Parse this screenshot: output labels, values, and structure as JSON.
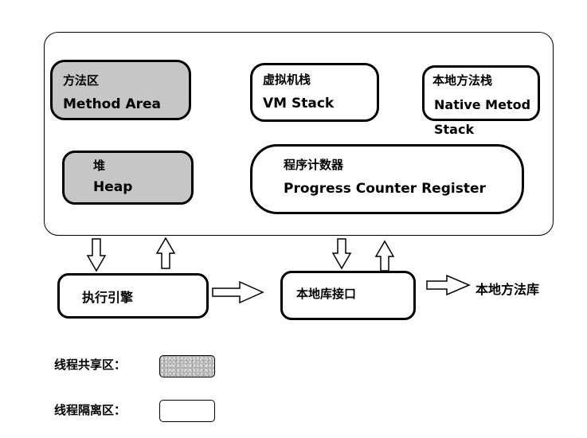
{
  "runtime_area": {
    "method_area": {
      "zh": "方法区",
      "en": "Method Area"
    },
    "vm_stack": {
      "zh": "虚拟机栈",
      "en": "VM Stack"
    },
    "native_stack": {
      "zh": "本地方法栈",
      "en_line1": "Native Metod",
      "en_line2": "Stack"
    },
    "heap": {
      "zh": "堆",
      "en": "Heap"
    },
    "pc_register": {
      "zh": "程序计数器",
      "en": "Progress Counter Register"
    }
  },
  "execution_engine": {
    "label": "执行引擎"
  },
  "native_interface": {
    "label": "本地库接口"
  },
  "native_library": {
    "label": "本地方法库"
  },
  "legend": {
    "shared": {
      "label": "线程共享区："
    },
    "isolated": {
      "label": "线程隔离区："
    }
  },
  "colors": {
    "shared_fill": "#c6c6c6",
    "isolated_fill": "#ffffff",
    "stroke": "#000000"
  }
}
